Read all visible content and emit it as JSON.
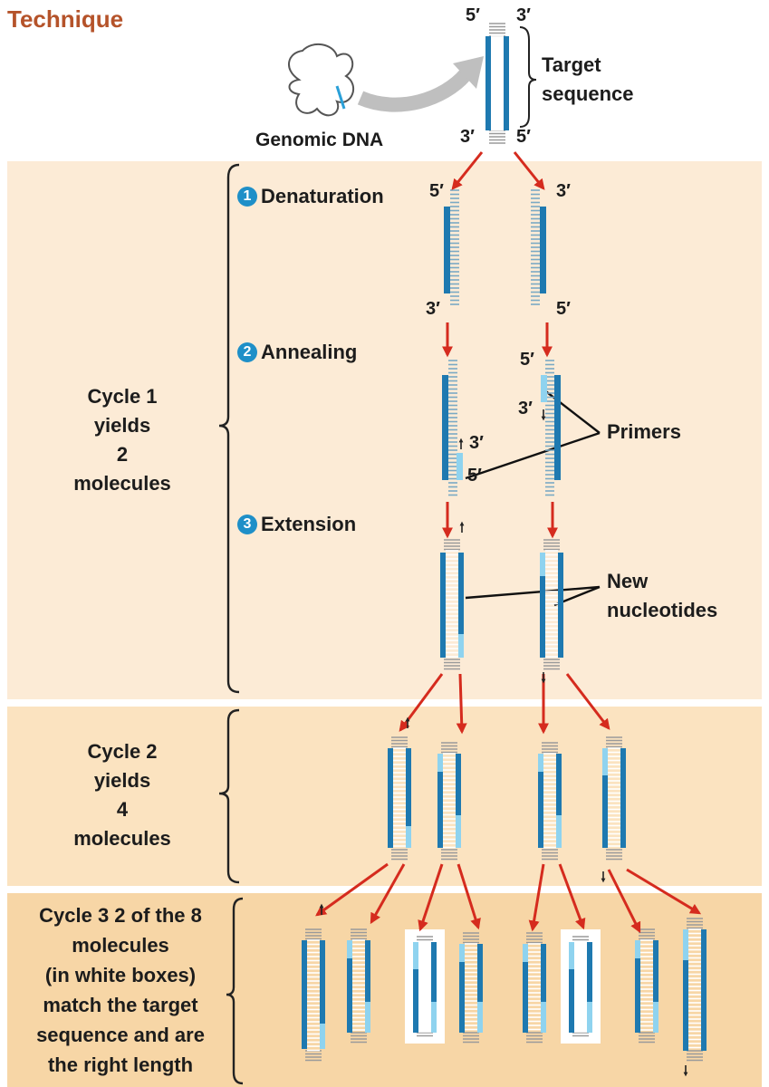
{
  "title": "Technique",
  "genomic_label": "Genomic DNA",
  "target_label_line1": "Target",
  "target_label_line2": "sequence",
  "five_prime": "5′",
  "three_prime": "3′",
  "steps": [
    {
      "number": "1",
      "label": "Denaturation"
    },
    {
      "number": "2",
      "label": "Annealing"
    },
    {
      "number": "3",
      "label": "Extension"
    }
  ],
  "primers_label": "Primers",
  "new_nucleotides_line1": "New",
  "new_nucleotides_line2": "nucleotides",
  "cycle1": [
    "Cycle 1",
    "yields",
    "2",
    "molecules"
  ],
  "cycle2": [
    "Cycle 2",
    "yields",
    "4",
    "molecules"
  ],
  "cycle3": [
    "Cycle 3  2 of the 8",
    "molecules",
    "(in white boxes)",
    "match the target",
    "sequence and are",
    "the right length"
  ],
  "colors": {
    "title": "#b5532a",
    "dark_blue": "#1e79b0",
    "light_blue": "#8fd3ef",
    "arrow_red": "#d52b1e",
    "band1": "#fcebd6",
    "band2": "#fbe3c0",
    "band3": "#f7d6a6"
  }
}
